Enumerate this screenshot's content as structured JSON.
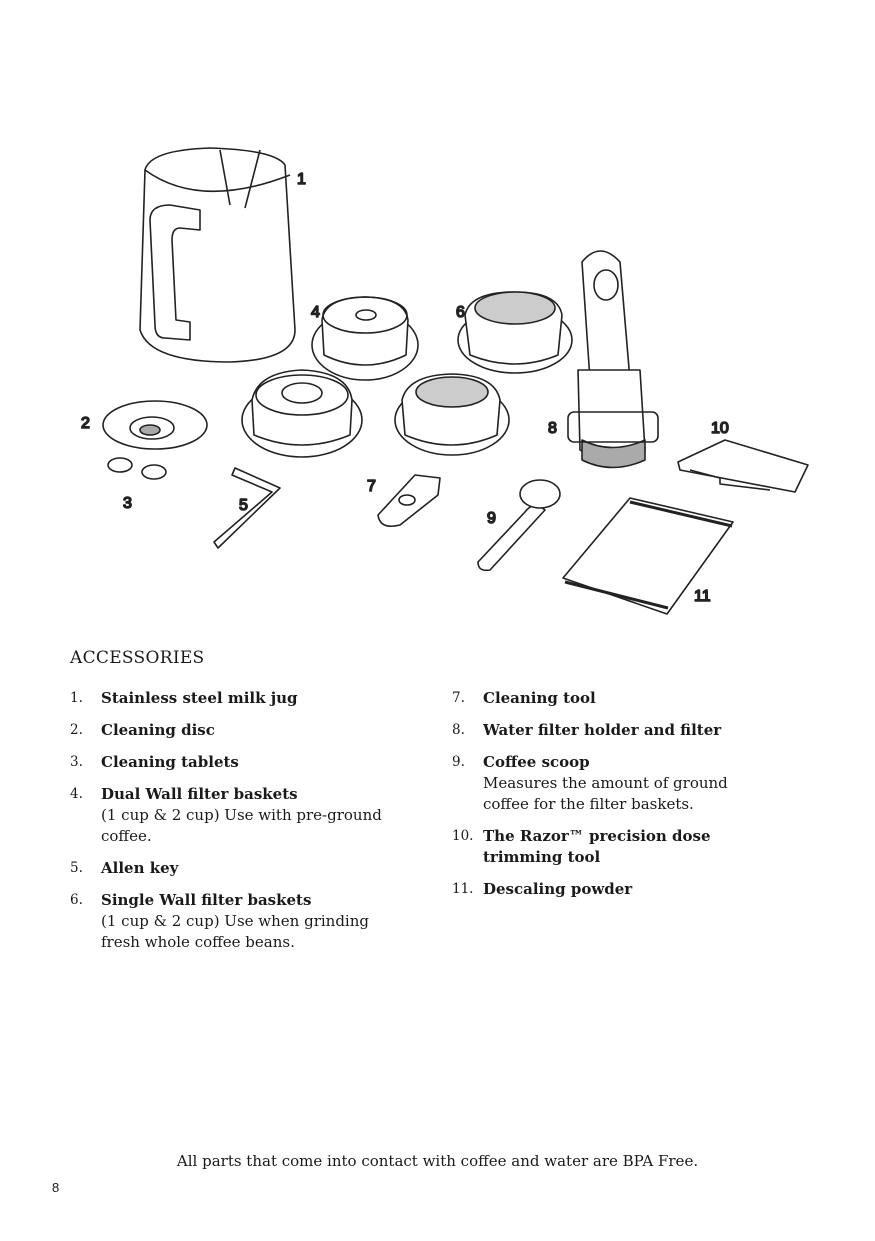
{
  "callouts": [
    "1",
    "2",
    "3",
    "4",
    "5",
    "6",
    "7",
    "8",
    "9",
    "10",
    "11"
  ],
  "heading": "ACCESSORIES",
  "items": [
    {
      "num": "1.",
      "name": "Stainless steel milk jug"
    },
    {
      "num": "2.",
      "name": "Cleaning disc"
    },
    {
      "num": "3.",
      "name": "Cleaning tablets"
    },
    {
      "num": "4.",
      "name": "Dual Wall filter baskets",
      "desc": "(1 cup & 2 cup) Use with pre-ground coffee."
    },
    {
      "num": "5.",
      "name": "Allen key"
    },
    {
      "num": "6.",
      "name": "Single Wall filter baskets",
      "desc": "(1 cup & 2 cup) Use when grinding fresh whole coffee beans."
    },
    {
      "num": "7.",
      "name": "Cleaning tool"
    },
    {
      "num": "8.",
      "name": "Water filter holder and filter"
    },
    {
      "num": "9.",
      "name": "Coffee scoop",
      "desc": "Measures the amount of ground coffee for the filter baskets."
    },
    {
      "num": "10.",
      "name": "The Razor™ precision dose trimming tool"
    },
    {
      "num": "11.",
      "name": "Descaling powder"
    }
  ],
  "footer": "All parts that come into contact with coffee and water are BPA Free.",
  "page_number": "8"
}
